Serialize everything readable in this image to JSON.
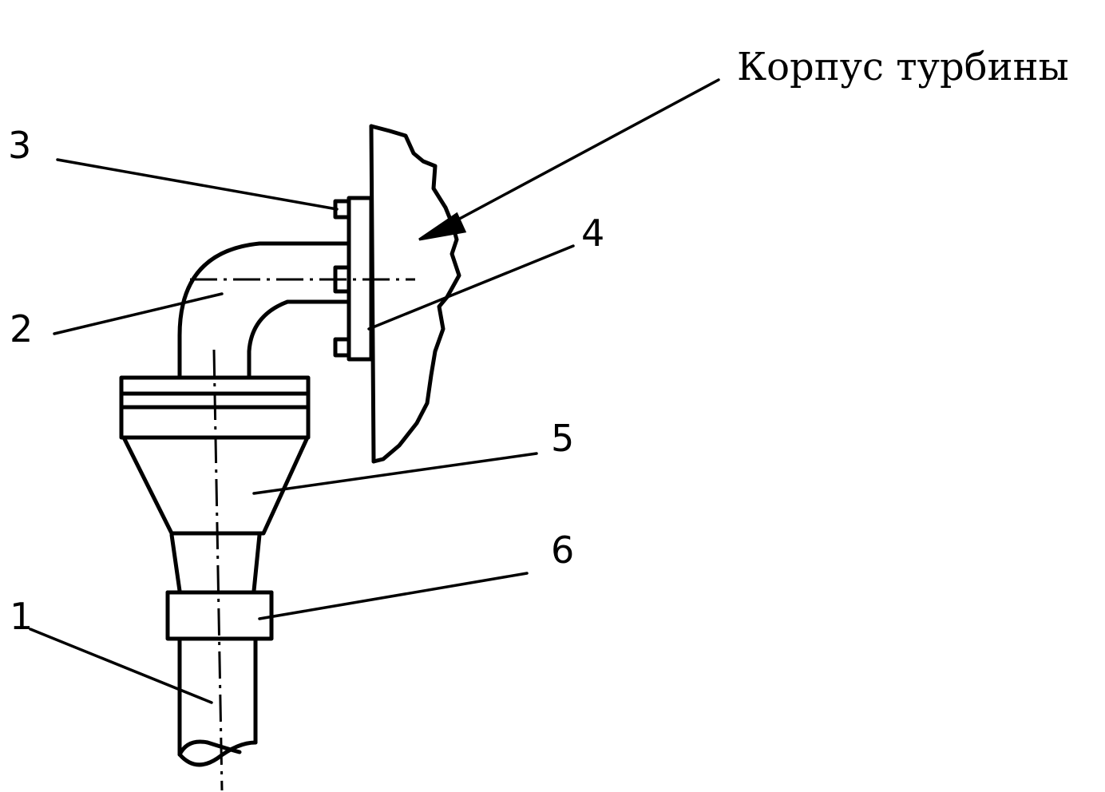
{
  "diagram": {
    "caption": "Корпус турбины",
    "callouts": [
      "1",
      "2",
      "3",
      "4",
      "5",
      "6"
    ]
  }
}
